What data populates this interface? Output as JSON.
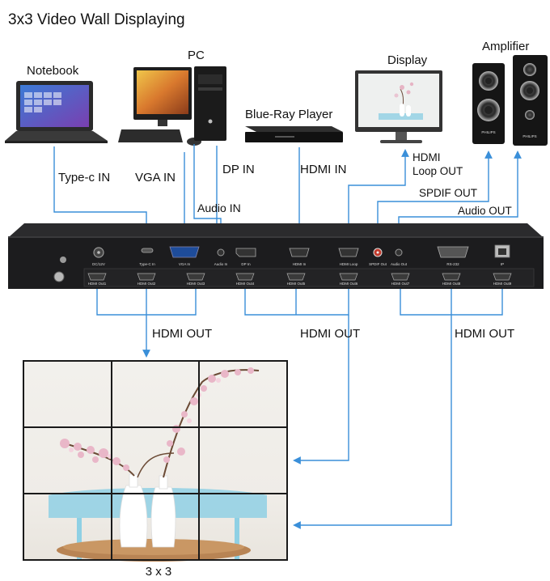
{
  "title": "3x3 Video Wall Displaying",
  "devices": {
    "notebook": "Notebook",
    "pc": "PC",
    "bluray": "Blue-Ray Player",
    "display": "Display",
    "amplifier": "Amplifier"
  },
  "connections": {
    "typec_in": "Type-c IN",
    "vga_in": "VGA IN",
    "dp_in": "DP IN",
    "audio_in": "Audio IN",
    "hdmi_in": "HDMI IN",
    "hdmi_loop_line1": "HDMI",
    "hdmi_loop_line2": "Loop OUT",
    "spdif_out": "SPDIF OUT",
    "audio_out": "Audio OUT",
    "hdmi_out_1": "HDMI OUT",
    "hdmi_out_2": "HDMI OUT",
    "hdmi_out_3": "HDMI OUT"
  },
  "panel_ports": [
    "DC/12V",
    "Type-C In",
    "VGA In",
    "Audio In",
    "DP In",
    "HDMI In",
    "HDMI Loop",
    "SPDIF Out",
    "Audio Out",
    "RS-232",
    "IP"
  ],
  "panel_outputs": [
    "HDMI Out1",
    "HDMI Out2",
    "HDMI Out3",
    "HDMI Out4",
    "HDMI Out5",
    "HDMI Out6",
    "HDMI Out7",
    "HDMI Out8",
    "HDMI Out9"
  ],
  "wall_caption": "3 x 3",
  "colors": {
    "wire": "#3a8fd9",
    "device_body": "#1c1c1e",
    "tabletop": "#8fd0e4"
  }
}
